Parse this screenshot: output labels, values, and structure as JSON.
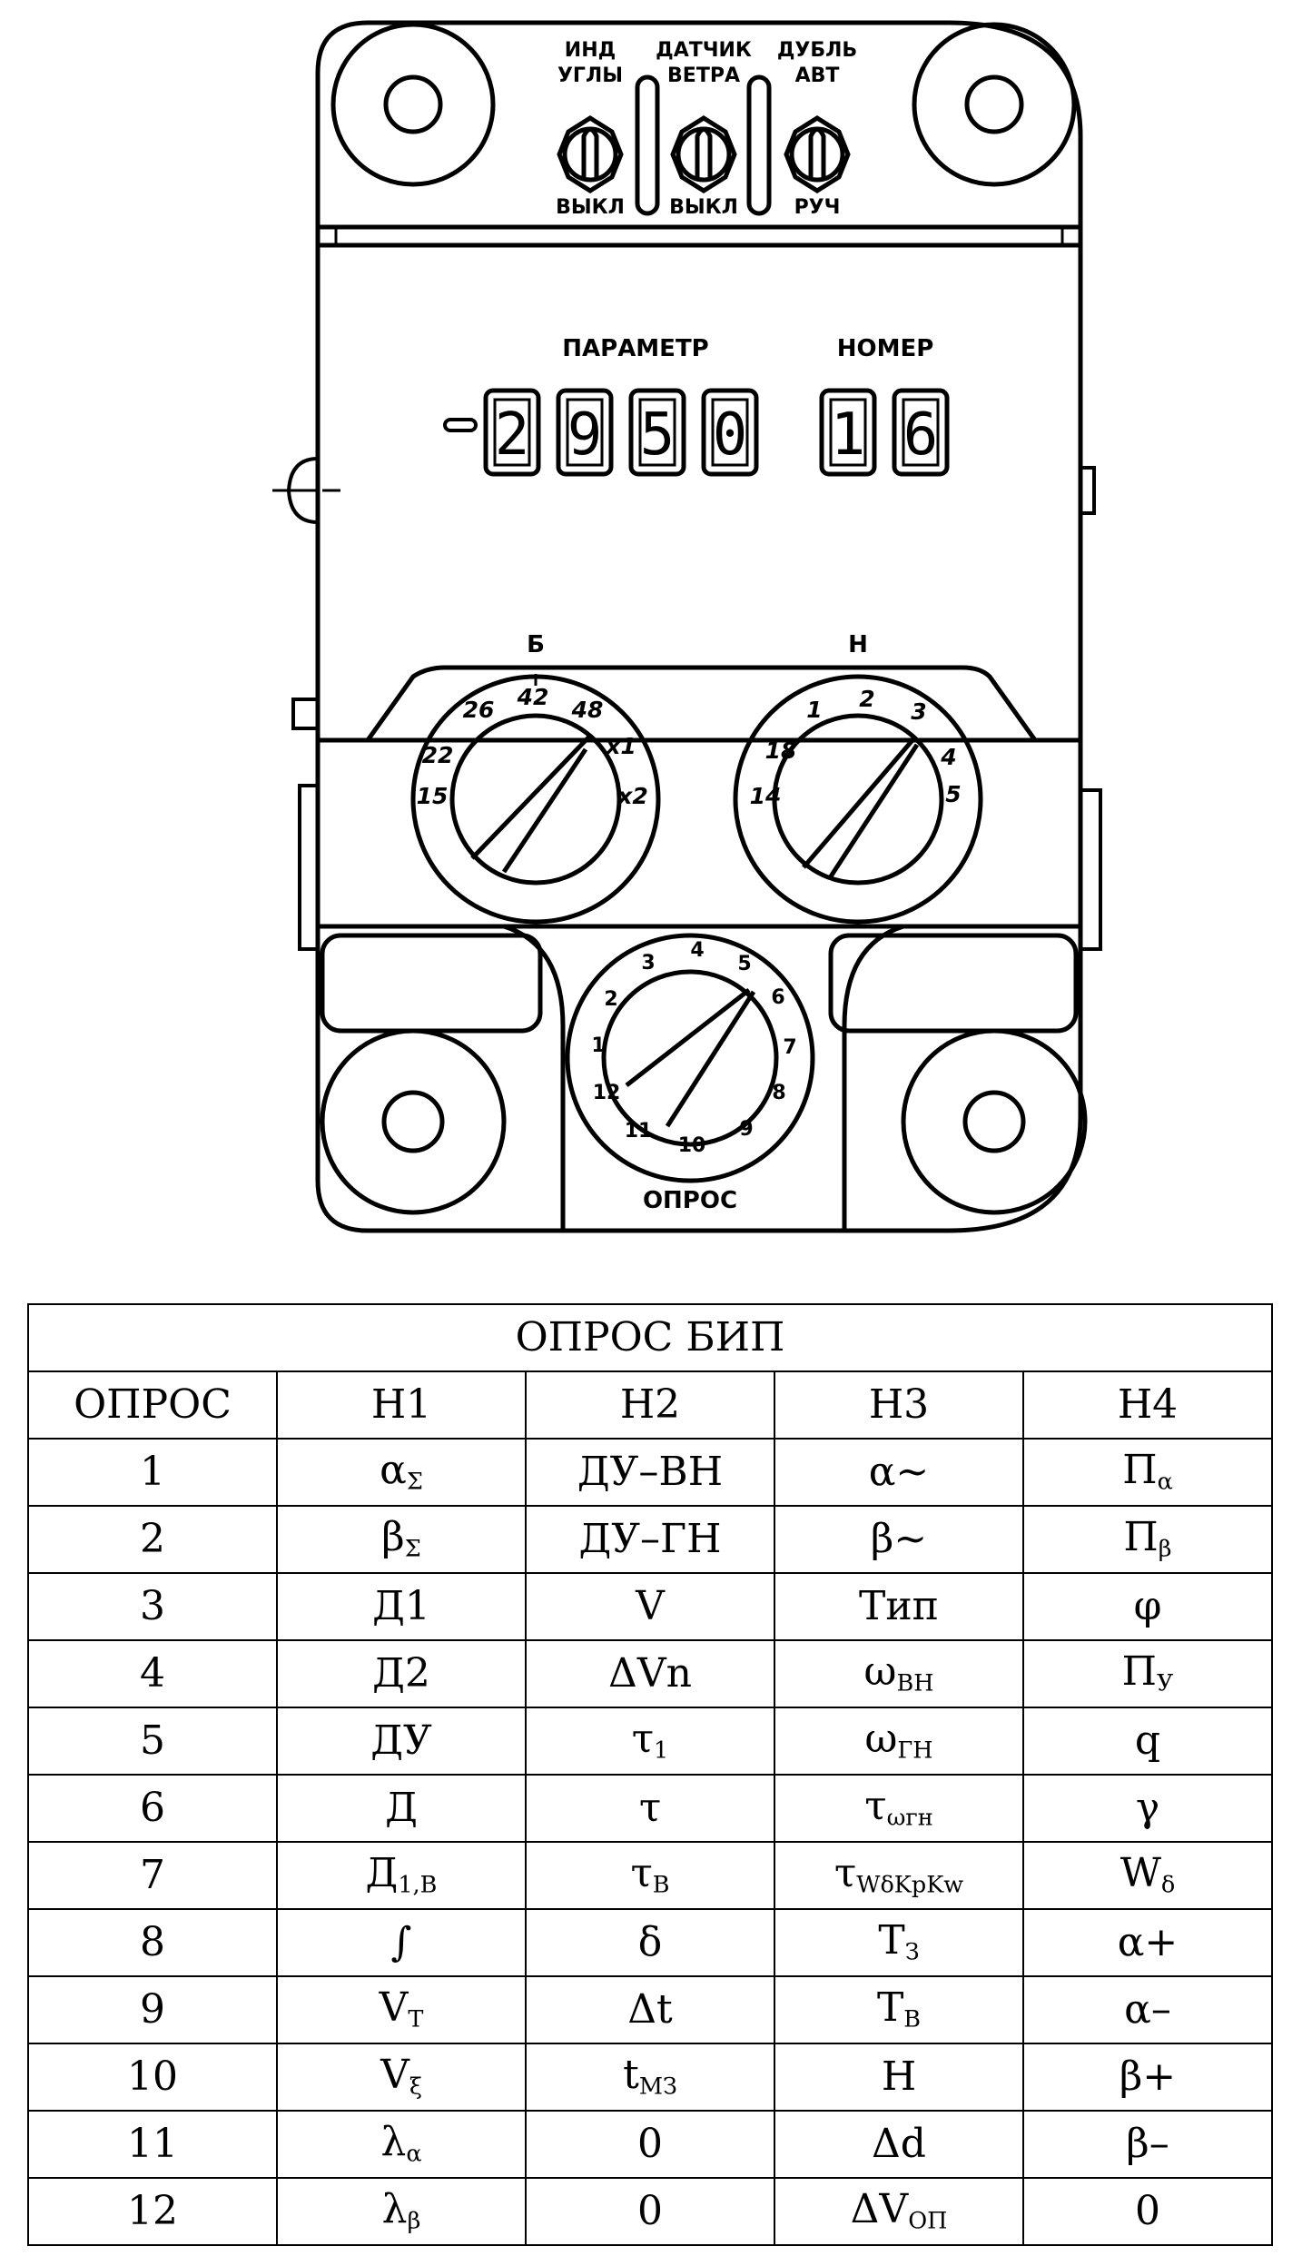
{
  "device": {
    "switches": [
      {
        "top_label_1": "ИНД",
        "top_label_2": "УГЛЫ",
        "bottom_label": "ВЫКЛ"
      },
      {
        "top_label_1": "ДАТЧИК",
        "top_label_2": "ВЕТРА",
        "bottom_label": "ВЫКЛ"
      },
      {
        "top_label_1": "ДУБЛЬ",
        "top_label_2": "АВТ",
        "bottom_label": "РУЧ"
      }
    ],
    "parameter_label": "ПАРАМЕТР",
    "number_label": "НОМЕР",
    "parameter_sign": "−",
    "parameter_digits": [
      "2",
      "9",
      "5",
      "0"
    ],
    "number_digits": [
      "1",
      "6"
    ],
    "knob_b": {
      "label": "Б",
      "marks": [
        "15",
        "22",
        "26",
        "42",
        "48",
        "x1",
        "x2"
      ]
    },
    "knob_h": {
      "label": "Н",
      "marks": [
        "14",
        "18",
        "1",
        "2",
        "3",
        "4",
        "5"
      ]
    },
    "knob_opros": {
      "label": "ОПРОС",
      "marks": [
        "1",
        "2",
        "3",
        "4",
        "5",
        "6",
        "7",
        "8",
        "9",
        "10",
        "11",
        "12"
      ]
    }
  },
  "table": {
    "title": "ОПРОС БИП",
    "headers": [
      "ОПРОС",
      "Н1",
      "Н2",
      "Н3",
      "Н4"
    ],
    "rows": [
      [
        {
          "t": "1"
        },
        {
          "t": "α",
          "s": "Σ"
        },
        {
          "t": "ДУ–ВН"
        },
        {
          "t": "α~"
        },
        {
          "t": "П",
          "s": "α"
        }
      ],
      [
        {
          "t": "2"
        },
        {
          "t": "β",
          "s": "Σ"
        },
        {
          "t": "ДУ–ГН"
        },
        {
          "t": "β~"
        },
        {
          "t": "П",
          "s": "β"
        }
      ],
      [
        {
          "t": "3"
        },
        {
          "t": "Д1"
        },
        {
          "t": "V"
        },
        {
          "t": "Тип"
        },
        {
          "t": "φ"
        }
      ],
      [
        {
          "t": "4"
        },
        {
          "t": "Д2"
        },
        {
          "t": "ΔVn"
        },
        {
          "t": "ω",
          "s": "ВН"
        },
        {
          "t": "П",
          "s": "У"
        }
      ],
      [
        {
          "t": "5"
        },
        {
          "t": "ДУ"
        },
        {
          "t": "τ",
          "s": "1"
        },
        {
          "t": "ω",
          "s": "ГН"
        },
        {
          "t": "q"
        }
      ],
      [
        {
          "t": "6"
        },
        {
          "t": "Д"
        },
        {
          "t": "τ"
        },
        {
          "t": "τ",
          "s": "ωгн"
        },
        {
          "t": "γ"
        }
      ],
      [
        {
          "t": "7"
        },
        {
          "t": "Д",
          "s": "1,В"
        },
        {
          "t": "τ",
          "s": "В"
        },
        {
          "t": "τ",
          "s": "WδKpKw"
        },
        {
          "t": "W",
          "s": "δ"
        }
      ],
      [
        {
          "t": "8"
        },
        {
          "t": "∫"
        },
        {
          "t": "δ"
        },
        {
          "t": "Т",
          "s": "З"
        },
        {
          "t": "α+"
        }
      ],
      [
        {
          "t": "9"
        },
        {
          "t": "V",
          "s": "Т"
        },
        {
          "t": "Δt"
        },
        {
          "t": "Т",
          "s": "В"
        },
        {
          "t": "α–"
        }
      ],
      [
        {
          "t": "10"
        },
        {
          "t": "V",
          "s": "ξ"
        },
        {
          "t": "t",
          "s": "МЗ"
        },
        {
          "t": "Н"
        },
        {
          "t": "β+"
        }
      ],
      [
        {
          "t": "11"
        },
        {
          "t": "λ",
          "s": "α"
        },
        {
          "t": "0"
        },
        {
          "t": "Δd"
        },
        {
          "t": "β–"
        }
      ],
      [
        {
          "t": "12"
        },
        {
          "t": "λ",
          "s": "β"
        },
        {
          "t": "0"
        },
        {
          "t": "ΔV",
          "s": "ОП"
        },
        {
          "t": "0"
        }
      ]
    ]
  }
}
